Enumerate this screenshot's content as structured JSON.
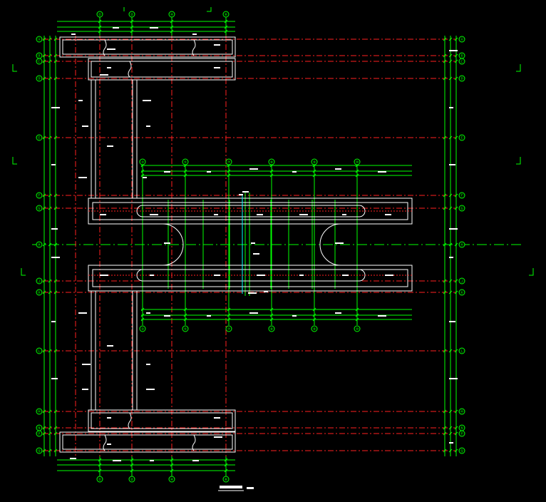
{
  "drawing": {
    "title": "",
    "background": "#000000",
    "colors": {
      "wall": "#ffffff",
      "dim": "#00ff00",
      "axis": "#ff2020",
      "text": "#ffffff",
      "accent": "#00ffff"
    },
    "top_axis_labels": [
      "①",
      "②",
      "④",
      "⑥"
    ],
    "bottom_axis_labels": [
      "①",
      "②",
      "④",
      "⑥"
    ],
    "mid_axis_labels": [
      "③",
      "⑤",
      "⑦",
      "⑧",
      "⑨",
      "⑩"
    ],
    "left_axis_labels": [
      "Ⓐ",
      "Ⓑ",
      "Ⓒ",
      "Ⓓ",
      "Ⓔ",
      "Ⓕ",
      "Ⓖ",
      "Ⓗ",
      "Ⓙ",
      "Ⓚ",
      "Ⓛ",
      "Ⓜ",
      "Ⓝ",
      "Ⓟ",
      "Ⓠ"
    ],
    "right_axis_labels": [
      "Ⓐ",
      "Ⓑ",
      "Ⓒ",
      "Ⓓ",
      "Ⓔ",
      "Ⓕ",
      "Ⓖ",
      "Ⓗ",
      "Ⓙ",
      "Ⓚ",
      "Ⓛ",
      "Ⓜ",
      "Ⓝ",
      "Ⓟ",
      "Ⓠ"
    ]
  }
}
